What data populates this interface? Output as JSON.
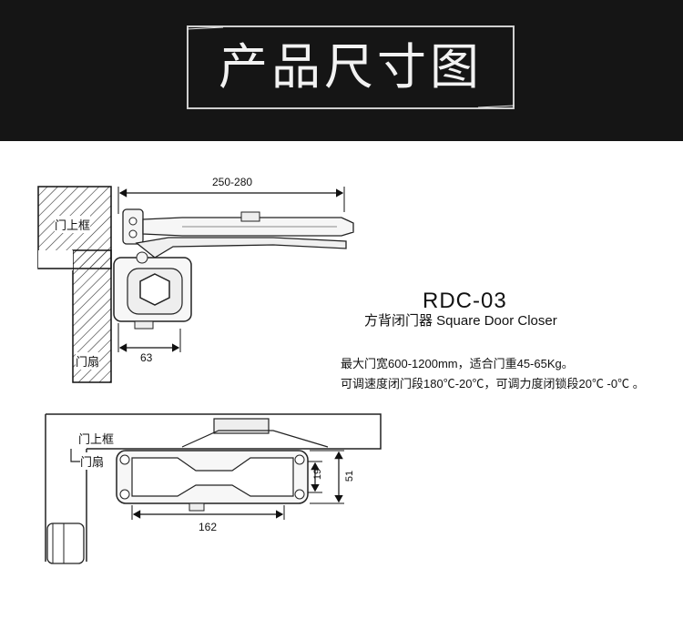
{
  "header": {
    "title": "产品尺寸图"
  },
  "product": {
    "model": "RDC-03",
    "subtitle": "方背闭门器 Square Door Closer",
    "spec_line1": "最大门宽600-1200mm，适合门重45-65Kg。",
    "spec_line2": "可调速度闭门段180℃-20℃，可调力度闭锁段20℃ -0℃ 。"
  },
  "top_view": {
    "label_frame": "门上框",
    "label_door": "门扇",
    "dim_arm": "250-280",
    "dim_body": "63"
  },
  "front_view": {
    "label_frame": "门上框",
    "label_door": "门扇",
    "dim_length": "162",
    "dim_inner_height": "19",
    "dim_outer_height": "51"
  }
}
